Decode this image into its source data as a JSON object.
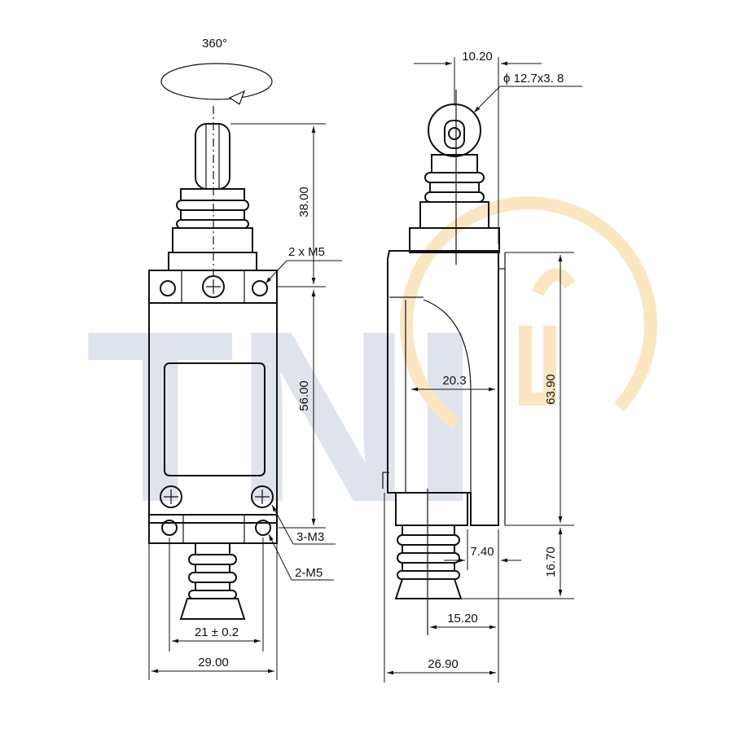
{
  "watermark": {
    "text": "TNI",
    "color": "#dfe3ec",
    "logo_color": "#fbe6c2",
    "logo_icon": "bulb-gear-icon"
  },
  "labels": {
    "rotation": "360°",
    "d_38": "38.00",
    "d_2xm5": "2 x M5",
    "d_56": "56.00",
    "d_3m3": "3-M3",
    "d_2m5": "2-M5",
    "d_21": "21 ± 0.2",
    "d_29": "29.00",
    "d_1020": "10.20",
    "d_phi": "ϕ 12.7x3. 8",
    "d_203": "20.3",
    "d_6390": "63.90",
    "d_740": "7.40",
    "d_1670": "16.70",
    "d_1520": "15.20",
    "d_2690": "26.90"
  }
}
